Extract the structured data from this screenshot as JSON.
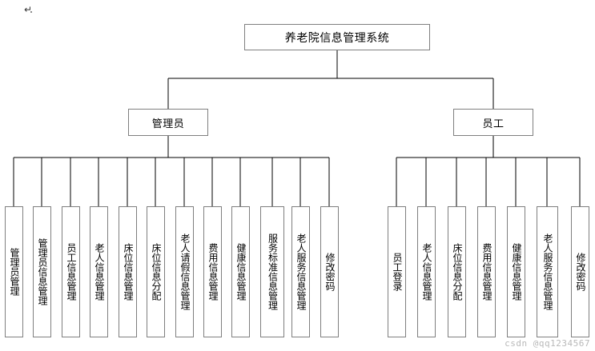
{
  "page": {
    "top_marker": "↵",
    "watermark": "csdn @qq1234567"
  },
  "diagram": {
    "type": "tree",
    "root": {
      "label": "养老院信息管理系统"
    },
    "level2": [
      {
        "label": "管理员"
      },
      {
        "label": "员工"
      }
    ],
    "admin_leaves": [
      {
        "label": "管理员管理"
      },
      {
        "label": "管理员信息管理"
      },
      {
        "label": "员工信息管理"
      },
      {
        "label": "老人信息管理"
      },
      {
        "label": "床位信息管理"
      },
      {
        "label": "床位信息分配"
      },
      {
        "label": "老人请假信息管理"
      },
      {
        "label": "费用信息管理"
      },
      {
        "label": "健康信息管理"
      },
      {
        "label": "服务标准信息管理"
      },
      {
        "label": "老人服务信息管理"
      },
      {
        "label": "修改密码"
      }
    ],
    "staff_leaves": [
      {
        "label": "员工登录"
      },
      {
        "label": "老人信息管理"
      },
      {
        "label": "床位信息分配"
      },
      {
        "label": "费用信息管理"
      },
      {
        "label": "健康信息管理"
      },
      {
        "label": "老人服务信息管理"
      },
      {
        "label": "修改密码"
      }
    ],
    "colors": {
      "border": "#7f7f7f",
      "background": "#ffffff",
      "line": "#000000",
      "text": "#000000"
    }
  }
}
